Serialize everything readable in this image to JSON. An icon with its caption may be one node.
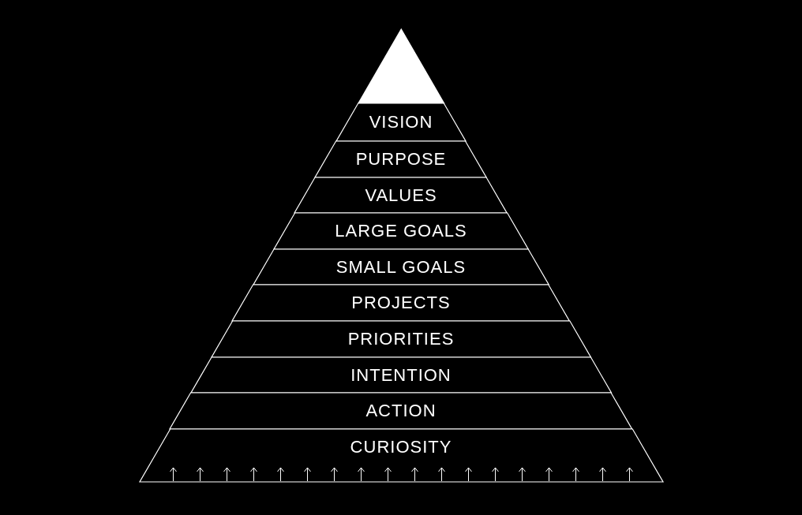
{
  "diagram": {
    "nodes": [
      {
        "text": [],
        "shape": "triangle"
      },
      {
        "text": [
          "VISION"
        ]
      },
      {
        "text": [
          "PURPOSE"
        ]
      },
      {
        "text": [
          "VALUES"
        ]
      },
      {
        "text": [
          "LARGE GOALS"
        ]
      },
      {
        "text": [
          "SMALL GOALS"
        ]
      },
      {
        "text": [
          "PROJECTS"
        ]
      },
      {
        "text": [
          "PRIORITIES"
        ]
      },
      {
        "text": [
          "INTENTION"
        ]
      },
      {
        "text": [
          "ACTION"
        ]
      },
      {
        "text": [
          "CURIOSITY"
        ]
      }
    ]
  }
}
